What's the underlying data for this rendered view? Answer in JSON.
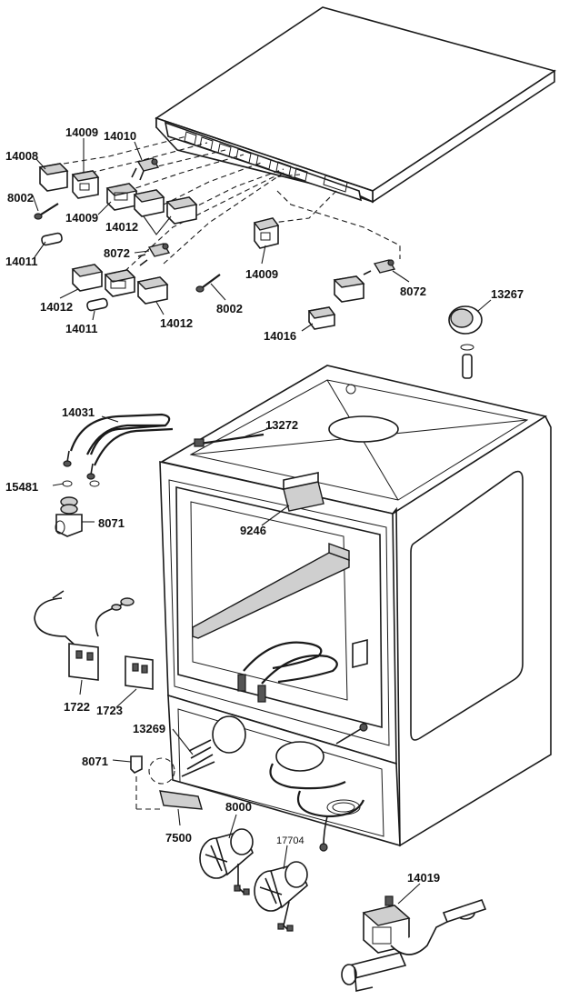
{
  "labels": {
    "p14008": "14008",
    "p14009a": "14009",
    "p14010": "14010",
    "p8002a": "8002",
    "p14009b": "14009",
    "p14012a": "14012",
    "p14011a": "14011",
    "p8072a": "8072",
    "p14012b": "14012",
    "p14011b": "14011",
    "p14012c": "14012",
    "p8002b": "8002",
    "p14009c": "14009",
    "p8072b": "8072",
    "p14016": "14016",
    "p13267": "13267",
    "p14031": "14031",
    "p13272": "13272",
    "p15481": "15481",
    "p8071a": "8071",
    "p9246": "9246",
    "p1722": "1722",
    "p1723": "1723",
    "p13269": "13269",
    "p8071b": "8071",
    "p7500": "7500",
    "p8000": "8000",
    "p17704": "17704",
    "p14019": "14019"
  }
}
